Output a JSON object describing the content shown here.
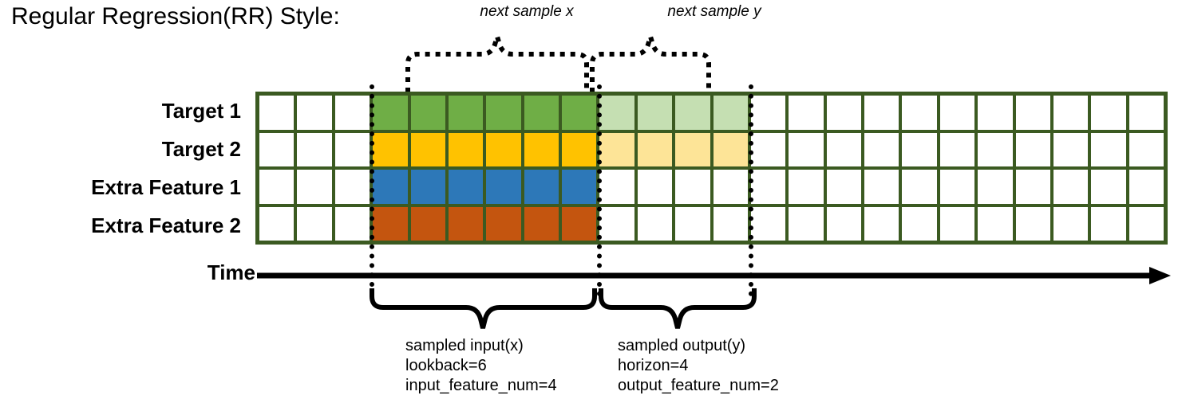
{
  "title": "Regular Regression(RR) Style:",
  "annotations": {
    "next_sample_x": "next sample x",
    "next_sample_y": "next sample y"
  },
  "rows": [
    {
      "label": "Target 1",
      "key": "target-1"
    },
    {
      "label": "Target 2",
      "key": "target-2"
    },
    {
      "label": "Extra Feature 1",
      "key": "extra-feature-1"
    },
    {
      "label": "Extra Feature 2",
      "key": "extra-feature-2"
    }
  ],
  "axis": {
    "label": "Time"
  },
  "legend_text": {
    "input_line1": "sampled input(x)",
    "input_line2": "lookback=6",
    "input_line3": "input_feature_num=4",
    "output_line1": "sampled output(y)",
    "output_line2": "horizon=4",
    "output_line3": "output_feature_num=2"
  },
  "colors": {
    "grid_border": "#3b5a21",
    "empty": "#ffffff",
    "target1_input": "#6fae46",
    "target1_output": "#c5dfb2",
    "target2_input": "#ffc200",
    "target2_output": "#fde497",
    "extra1_input": "#2d78b8",
    "extra2_input": "#c4550f",
    "ink": "#000000"
  },
  "chart_data": {
    "type": "heatmap",
    "title": "Regular Regression(RR) Style:",
    "columns": 24,
    "lookback": 6,
    "horizon": 4,
    "input_feature_num": 4,
    "output_feature_num": 2,
    "input_start_column": 4,
    "input_end_column": 9,
    "output_start_column": 10,
    "output_end_column": 13,
    "row_names": [
      "Target 1",
      "Target 2",
      "Extra Feature 1",
      "Extra Feature 2"
    ],
    "cell_fills": [
      [
        "#ffffff",
        "#ffffff",
        "#ffffff",
        "#6fae46",
        "#6fae46",
        "#6fae46",
        "#6fae46",
        "#6fae46",
        "#6fae46",
        "#c5dfb2",
        "#c5dfb2",
        "#c5dfb2",
        "#c5dfb2",
        "#ffffff",
        "#ffffff",
        "#ffffff",
        "#ffffff",
        "#ffffff",
        "#ffffff",
        "#ffffff",
        "#ffffff",
        "#ffffff",
        "#ffffff",
        "#ffffff"
      ],
      [
        "#ffffff",
        "#ffffff",
        "#ffffff",
        "#ffc200",
        "#ffc200",
        "#ffc200",
        "#ffc200",
        "#ffc200",
        "#ffc200",
        "#fde497",
        "#fde497",
        "#fde497",
        "#fde497",
        "#ffffff",
        "#ffffff",
        "#ffffff",
        "#ffffff",
        "#ffffff",
        "#ffffff",
        "#ffffff",
        "#ffffff",
        "#ffffff",
        "#ffffff",
        "#ffffff"
      ],
      [
        "#ffffff",
        "#ffffff",
        "#ffffff",
        "#2d78b8",
        "#2d78b8",
        "#2d78b8",
        "#2d78b8",
        "#2d78b8",
        "#2d78b8",
        "#ffffff",
        "#ffffff",
        "#ffffff",
        "#ffffff",
        "#ffffff",
        "#ffffff",
        "#ffffff",
        "#ffffff",
        "#ffffff",
        "#ffffff",
        "#ffffff",
        "#ffffff",
        "#ffffff",
        "#ffffff",
        "#ffffff"
      ],
      [
        "#ffffff",
        "#ffffff",
        "#ffffff",
        "#c4550f",
        "#c4550f",
        "#c4550f",
        "#c4550f",
        "#c4550f",
        "#c4550f",
        "#ffffff",
        "#ffffff",
        "#ffffff",
        "#ffffff",
        "#ffffff",
        "#ffffff",
        "#ffffff",
        "#ffffff",
        "#ffffff",
        "#ffffff",
        "#ffffff",
        "#ffffff",
        "#ffffff",
        "#ffffff",
        "#ffffff"
      ]
    ],
    "xlabel": "Time",
    "ylabel": "",
    "legend": [
      "sampled input(x)",
      "sampled output(y)"
    ]
  }
}
